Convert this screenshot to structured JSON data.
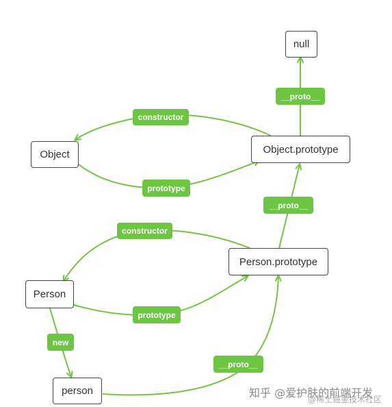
{
  "nodes": {
    "null": "null",
    "object_prototype": "Object.prototype",
    "object": "Object",
    "person_prototype": "Person.prototype",
    "person_ctor": "Person",
    "person_instance": "person"
  },
  "edge_labels": {
    "obj_proto_to_null": "__proto__",
    "obj_proto_constructor": "constructor",
    "object_prototype": "prototype",
    "person_proto_to_obj_proto": "__proto__",
    "person_proto_constructor": "constructor",
    "person_prototype": "prototype",
    "new": "new",
    "person_to_person_proto": "__proto__"
  },
  "colors": {
    "edge": "#72c442",
    "label_bg": "#6cc644",
    "node_border": "#444444"
  },
  "watermark": {
    "line1": "知乎 @爱护肤的前端开发",
    "line2": "@稀土掘金技术社区"
  }
}
